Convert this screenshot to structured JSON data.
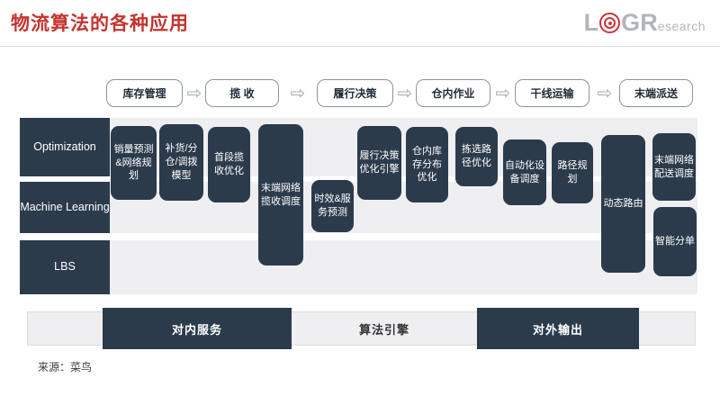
{
  "page": {
    "title": "物流算法的各种应用",
    "source": "来源：菜鸟"
  },
  "logo": {
    "l": "L",
    "o_icon": "target-rings-icon",
    "g": "G",
    "r": "R",
    "suffix": "esearch",
    "red": "#c9343a",
    "gray": "#b3b6b8"
  },
  "flow": {
    "arrow_icon": "⇨",
    "steps": [
      {
        "label": "库存管理"
      },
      {
        "label": "揽 收"
      },
      {
        "label": "履行决策"
      },
      {
        "label": "仓内作业"
      },
      {
        "label": "干线运输"
      },
      {
        "label": "末端派送"
      }
    ]
  },
  "rows": [
    {
      "label": "Optimization"
    },
    {
      "label": "Machine Learning"
    },
    {
      "label": "LBS"
    }
  ],
  "boxes": [
    {
      "label": "销量预测&网络规划"
    },
    {
      "label": "补货/分仓/调拨模型"
    },
    {
      "label": "首段揽收优化"
    },
    {
      "label": "末端网络揽收调度"
    },
    {
      "label": "时效&服务预测"
    },
    {
      "label": "履行决策优化引擎"
    },
    {
      "label": "仓内库存分布优化"
    },
    {
      "label": "拣选路径优化"
    },
    {
      "label": "自动化设备调度"
    },
    {
      "label": "路径规划"
    },
    {
      "label": "动态路由"
    },
    {
      "label": "末端网络配送调度"
    },
    {
      "label": "智能分单"
    }
  ],
  "bottom": {
    "segments": [
      {
        "label": "对内服务"
      },
      {
        "label": "算法引擎"
      },
      {
        "label": "对外输出"
      }
    ]
  },
  "colors": {
    "accent_red": "#c5332e",
    "dark_navy": "#2c3b4c",
    "band_gray": "#efeff1",
    "arrow_gray": "#a6adb3"
  }
}
